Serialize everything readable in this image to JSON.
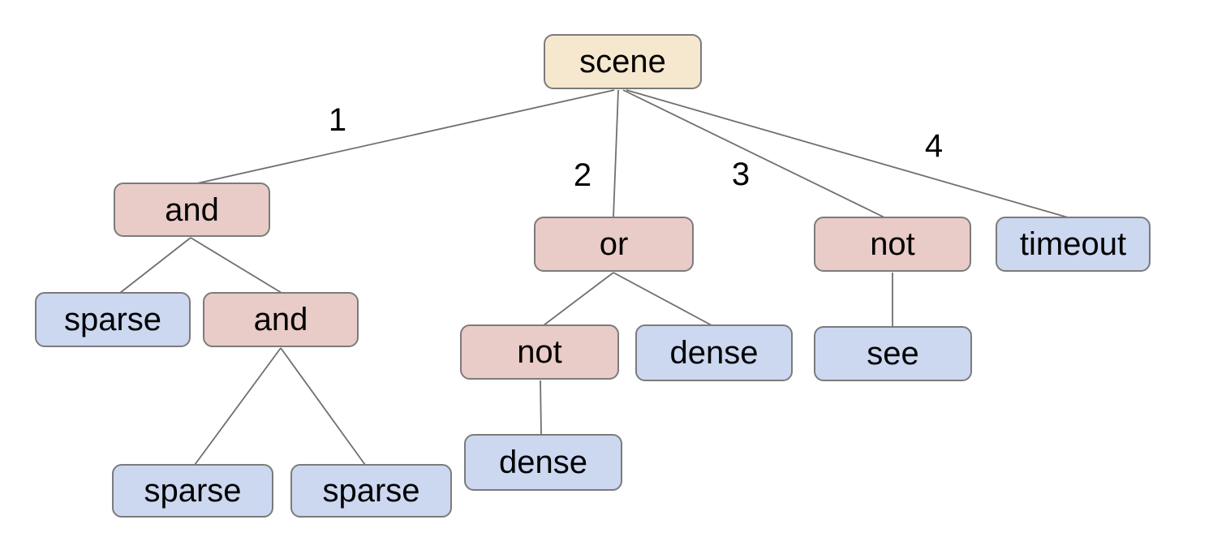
{
  "diagram": {
    "type": "tree",
    "hierarchy": {
      "label": "scene",
      "children": [
        {
          "edge": "1",
          "label": "and",
          "children": [
            {
              "label": "sparse"
            },
            {
              "label": "and",
              "children": [
                {
                  "label": "sparse"
                },
                {
                  "label": "sparse"
                }
              ]
            }
          ]
        },
        {
          "edge": "2",
          "label": "or",
          "children": [
            {
              "label": "not",
              "children": [
                {
                  "label": "dense"
                }
              ]
            },
            {
              "label": "dense"
            }
          ]
        },
        {
          "edge": "3",
          "label": "not",
          "children": [
            {
              "label": "see"
            }
          ]
        },
        {
          "edge": "4",
          "label": "timeout"
        }
      ]
    }
  },
  "nodes": {
    "scene": {
      "label": "scene",
      "type": "root"
    },
    "and_l1": {
      "label": "and",
      "type": "operator"
    },
    "or_l1": {
      "label": "or",
      "type": "operator"
    },
    "not_l1": {
      "label": "not",
      "type": "operator"
    },
    "timeout_l1": {
      "label": "timeout",
      "type": "leaf"
    },
    "sparse_l2": {
      "label": "sparse",
      "type": "leaf"
    },
    "and_l2": {
      "label": "and",
      "type": "operator"
    },
    "not_l2": {
      "label": "not",
      "type": "operator"
    },
    "dense_l2": {
      "label": "dense",
      "type": "leaf"
    },
    "see_l2": {
      "label": "see",
      "type": "leaf"
    },
    "sparse_l3a": {
      "label": "sparse",
      "type": "leaf"
    },
    "sparse_l3b": {
      "label": "sparse",
      "type": "leaf"
    },
    "dense_l3": {
      "label": "dense",
      "type": "leaf"
    }
  },
  "edge_labels": {
    "branch1": "1",
    "branch2": "2",
    "branch3": "3",
    "branch4": "4"
  },
  "colors": {
    "root_fill": "#f6e8ce",
    "operator_fill": "#e9ccc7",
    "leaf_fill": "#ccd7f0",
    "node_border": "#7b7b7b",
    "edge_line": "#6f6f6f",
    "text": "#000000"
  }
}
